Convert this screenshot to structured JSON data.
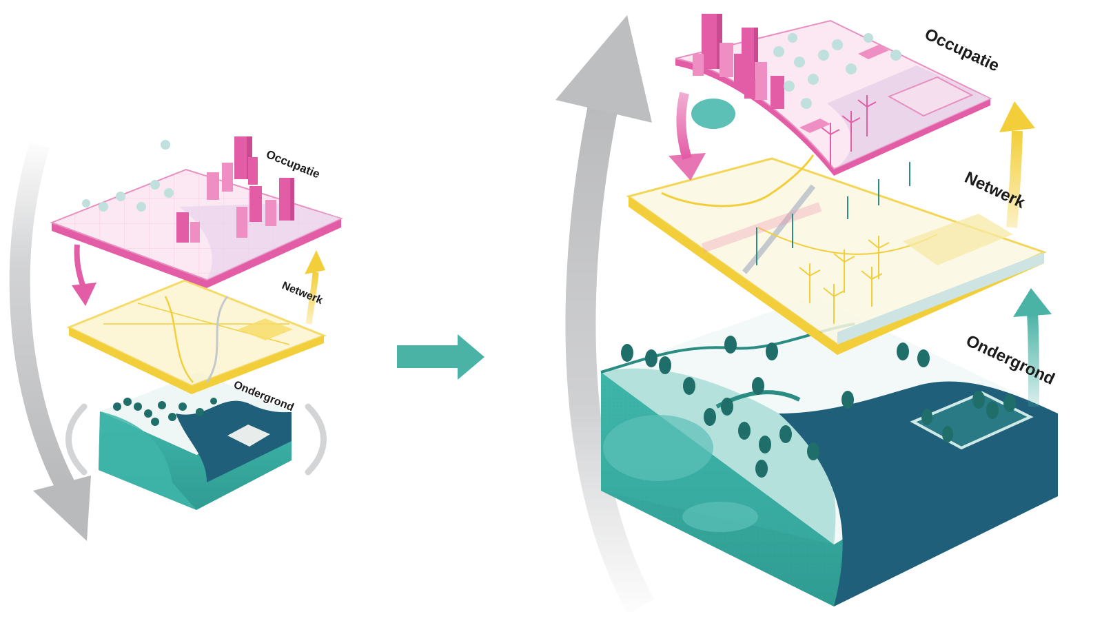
{
  "diagram": {
    "small_stack": {
      "labels": {
        "occupatie": "Occupatie",
        "netwerk": "Netwerk",
        "ondergrond": "Ondergrond"
      }
    },
    "large_stack": {
      "labels": {
        "occupatie": "Occupatie",
        "netwerk": "Netwerk",
        "ondergrond": "Ondergrond"
      }
    }
  },
  "colors": {
    "occupatie": "#e35da6",
    "occupatie_light": "#f3c4dd",
    "netwerk": "#f2cf3a",
    "netwerk_light": "#fbf3c9",
    "ondergrond": "#3fb5a9",
    "ondergrond_dark": "#1f5f7a",
    "cycle_arrow": "#c7c8ca",
    "transition_arrow": "#4bb3a6"
  },
  "icons": [
    "transition-arrow-icon",
    "cycle-arrow-icon",
    "tree-icon",
    "building-icon",
    "wind-turbine-icon"
  ]
}
